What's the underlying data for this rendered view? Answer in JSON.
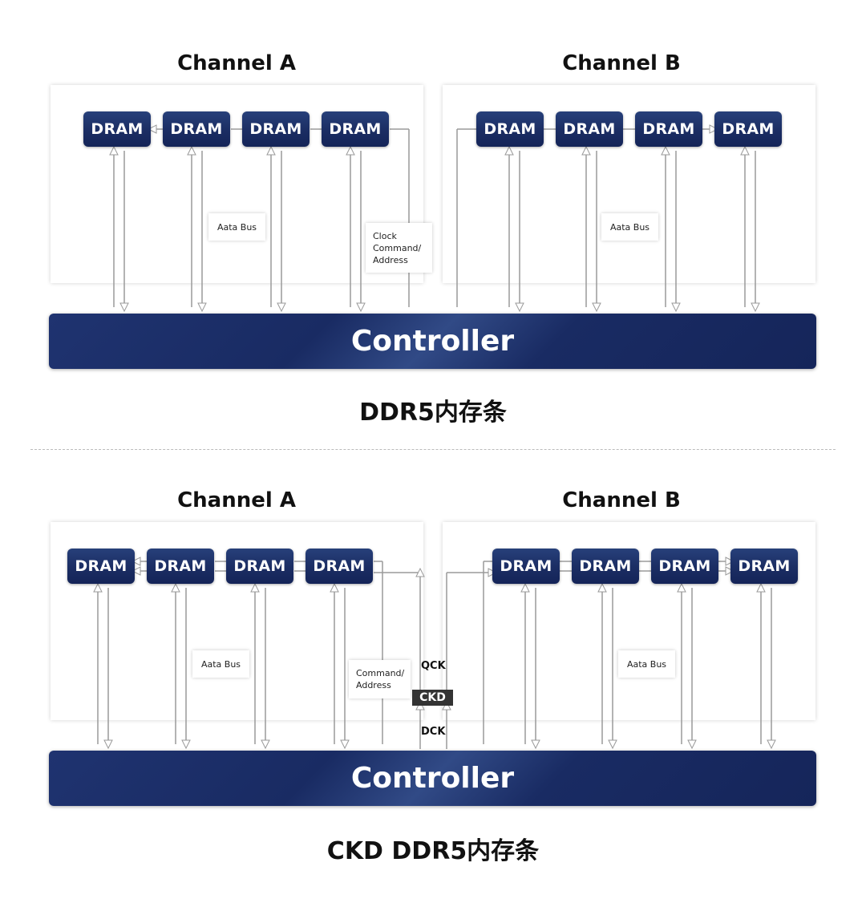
{
  "top": {
    "channel_a": "Channel A",
    "channel_b": "Channel B",
    "dram_label": "DRAM",
    "data_bus": "Aata Bus",
    "clock_label": [
      "Clock",
      "Command/",
      "Address"
    ],
    "controller": "Controller",
    "caption": "DDR5内存条"
  },
  "bottom": {
    "channel_a": "Channel A",
    "channel_b": "Channel B",
    "dram_label": "DRAM",
    "data_bus": "Aata Bus",
    "command_label": [
      "Command/",
      "Address"
    ],
    "qck": "QCK",
    "ckd": "CKD",
    "dck": "DCK",
    "controller": "Controller",
    "caption": "CKD DDR5内存条"
  },
  "colors": {
    "navy": "#1b2d63",
    "line": "#9a9a9a"
  }
}
